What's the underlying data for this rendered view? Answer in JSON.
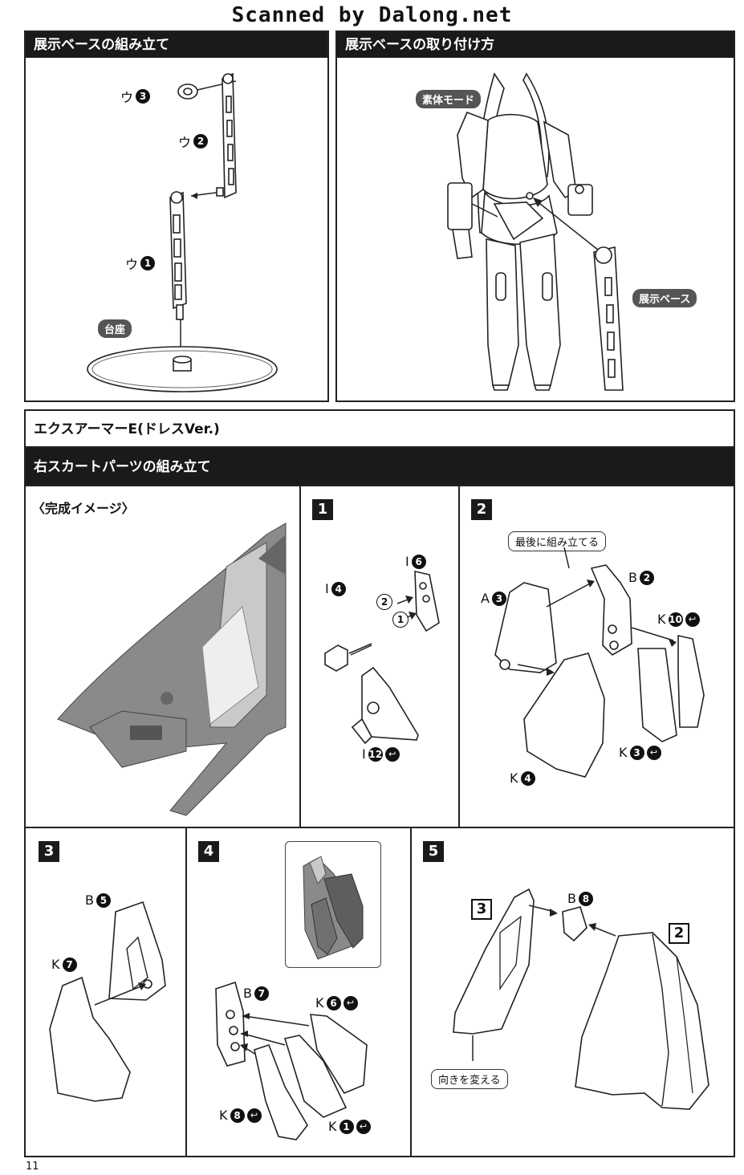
{
  "watermark": "Scanned by Dalong.net",
  "top_left": {
    "title": "展示ベースの組み立て",
    "labels": {
      "u3": "ウ",
      "u3n": "3",
      "u2": "ウ",
      "u2n": "2",
      "u1": "ウ",
      "u1n": "1"
    },
    "base_tag": "台座"
  },
  "top_right": {
    "title": "展示ベースの取り付け方",
    "mode_tag": "素体モード",
    "base_tag": "展示ベース"
  },
  "section": {
    "title": "エクスアーマーE(ドレスVer.)",
    "subtitle": "右スカートパーツの組み立て",
    "finished_label": "〈完成イメージ〉"
  },
  "steps": {
    "s1": {
      "num": "1",
      "parts": [
        {
          "letter": "I",
          "n": "6"
        },
        {
          "letter": "I",
          "n": "4"
        },
        {
          "letter": "I",
          "n": "12",
          "mark": "↩"
        }
      ],
      "order": [
        "2",
        "1"
      ]
    },
    "s2": {
      "num": "2",
      "note": "最後に組み立てる",
      "parts": [
        {
          "letter": "A",
          "n": "3"
        },
        {
          "letter": "B",
          "n": "2"
        },
        {
          "letter": "K",
          "n": "10",
          "mark": "↩"
        },
        {
          "letter": "K",
          "n": "3",
          "mark": "↩"
        },
        {
          "letter": "K",
          "n": "4"
        }
      ]
    },
    "s3": {
      "num": "3",
      "parts": [
        {
          "letter": "B",
          "n": "5"
        },
        {
          "letter": "K",
          "n": "7"
        }
      ]
    },
    "s4": {
      "num": "4",
      "parts": [
        {
          "letter": "B",
          "n": "7"
        },
        {
          "letter": "K",
          "n": "6",
          "mark": "↩"
        },
        {
          "letter": "K",
          "n": "8",
          "mark": "↩"
        },
        {
          "letter": "K",
          "n": "1",
          "mark": "↩"
        }
      ]
    },
    "s5": {
      "num": "5",
      "ref3": "3",
      "ref2": "2",
      "part": {
        "letter": "B",
        "n": "8"
      },
      "note": "向きを変える"
    }
  },
  "page_number": "11"
}
